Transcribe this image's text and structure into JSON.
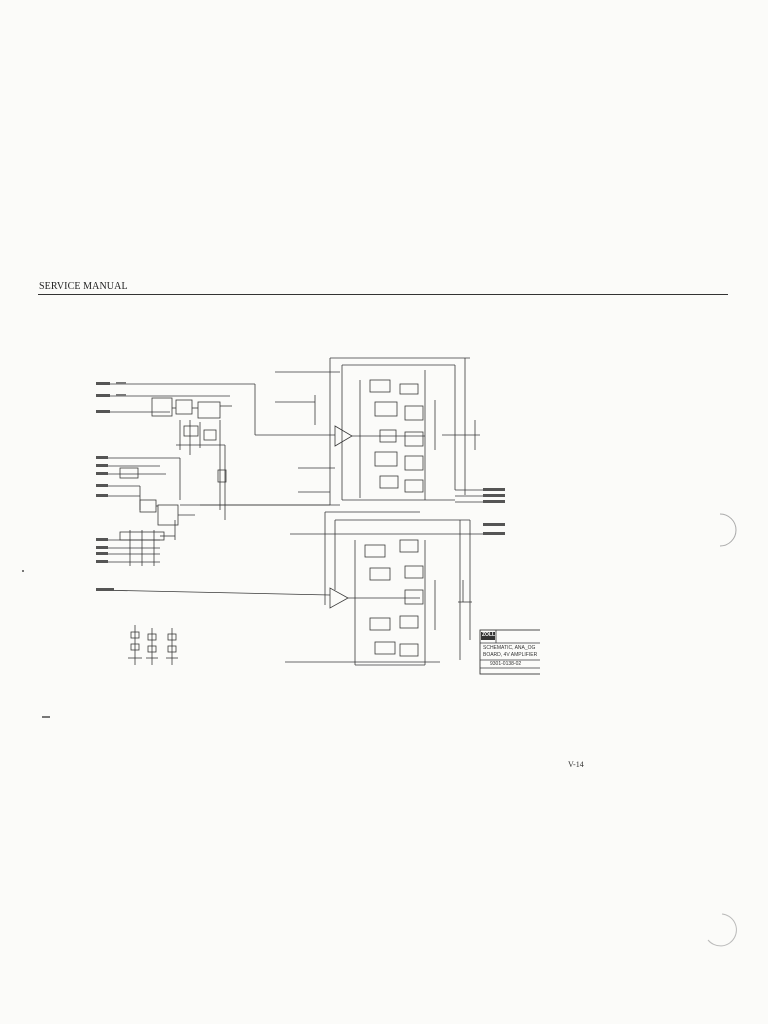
{
  "header": {
    "title": "SERVICE MANUAL"
  },
  "title_block": {
    "company": "ZOLL",
    "line1": "SCHEMATIC, ANA_OG",
    "line2": "BOARD, 4V AMPLIFIER",
    "part": "9301-0138-02"
  },
  "footer": {
    "page_number": "V-14"
  }
}
